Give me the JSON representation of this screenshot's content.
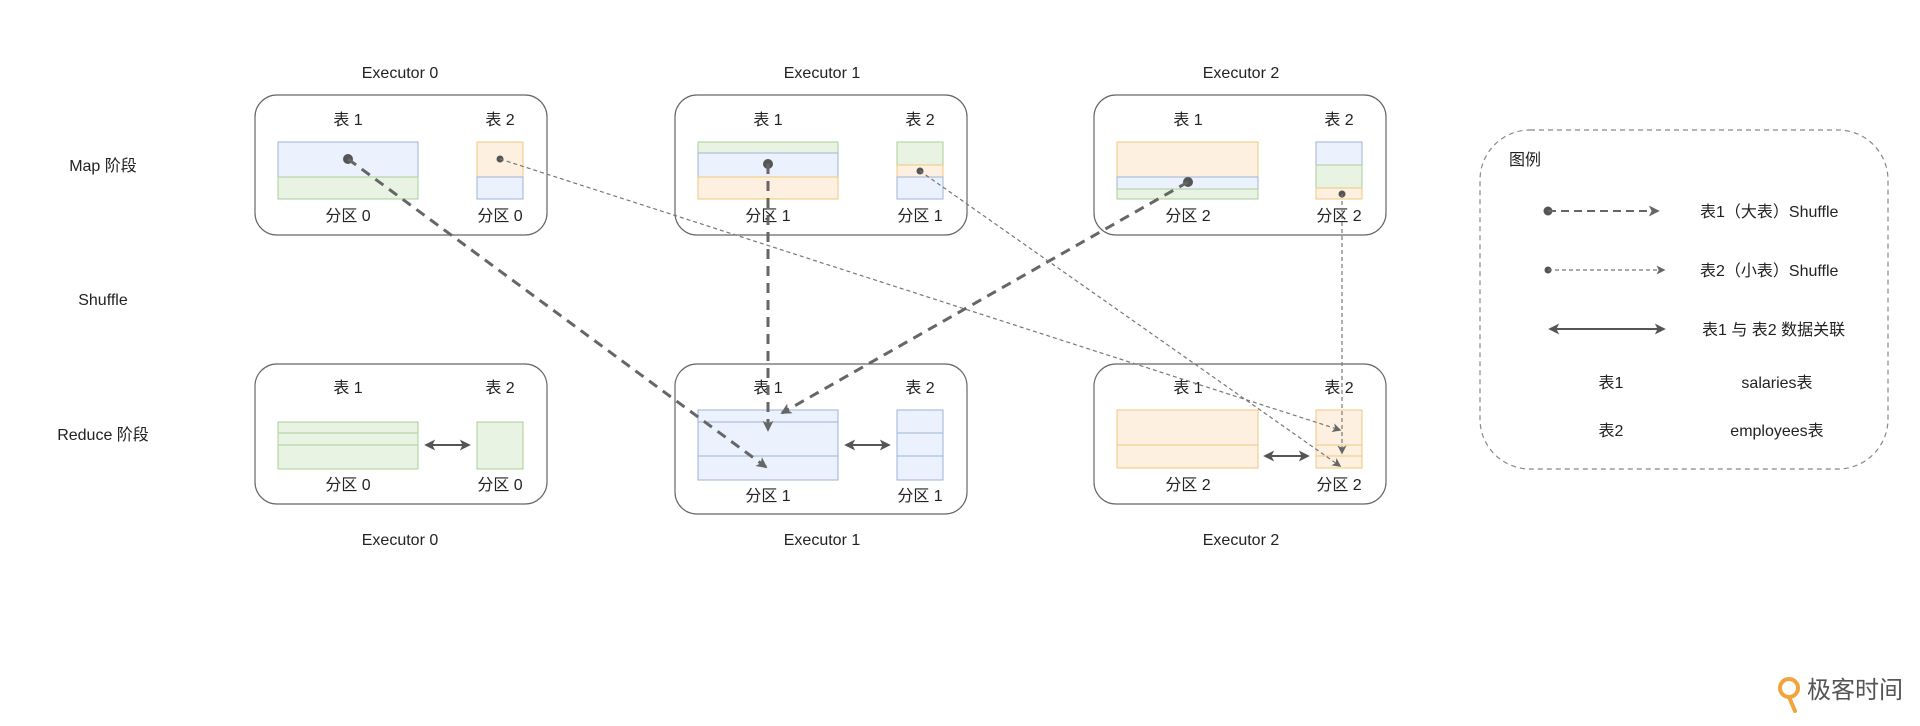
{
  "colors": {
    "blue_fill": "#ebf2fd",
    "blue_stroke": "#9db4d6",
    "green_fill": "#e8f3e3",
    "green_stroke": "#a9cf96",
    "orange_fill": "#fdf0e1",
    "orange_stroke": "#f0c77a",
    "box_stroke": "#666666",
    "arrow": "#666666",
    "brand_orange": "#f2a33a"
  },
  "rows": {
    "map": "Map 阶段",
    "shuffle": "Shuffle",
    "reduce": "Reduce 阶段"
  },
  "executors": {
    "e0": "Executor 0",
    "e1": "Executor 1",
    "e2": "Executor 2"
  },
  "tables": {
    "t1": "表 1",
    "t2": "表 2"
  },
  "partitions": {
    "p0": "分区 0",
    "p1": "分区 1",
    "p2": "分区 2"
  },
  "legend": {
    "title": "图例",
    "big_shuffle": "表1（大表）Shuffle",
    "small_shuffle": "表2（小表）Shuffle",
    "join": "表1 与 表2 数据关联",
    "t1_key": "表1",
    "t1_val": "salaries表",
    "t2_key": "表2",
    "t2_val": "employees表"
  },
  "brand": {
    "name": "极客时间",
    "icon": "geektime-logo-icon"
  }
}
